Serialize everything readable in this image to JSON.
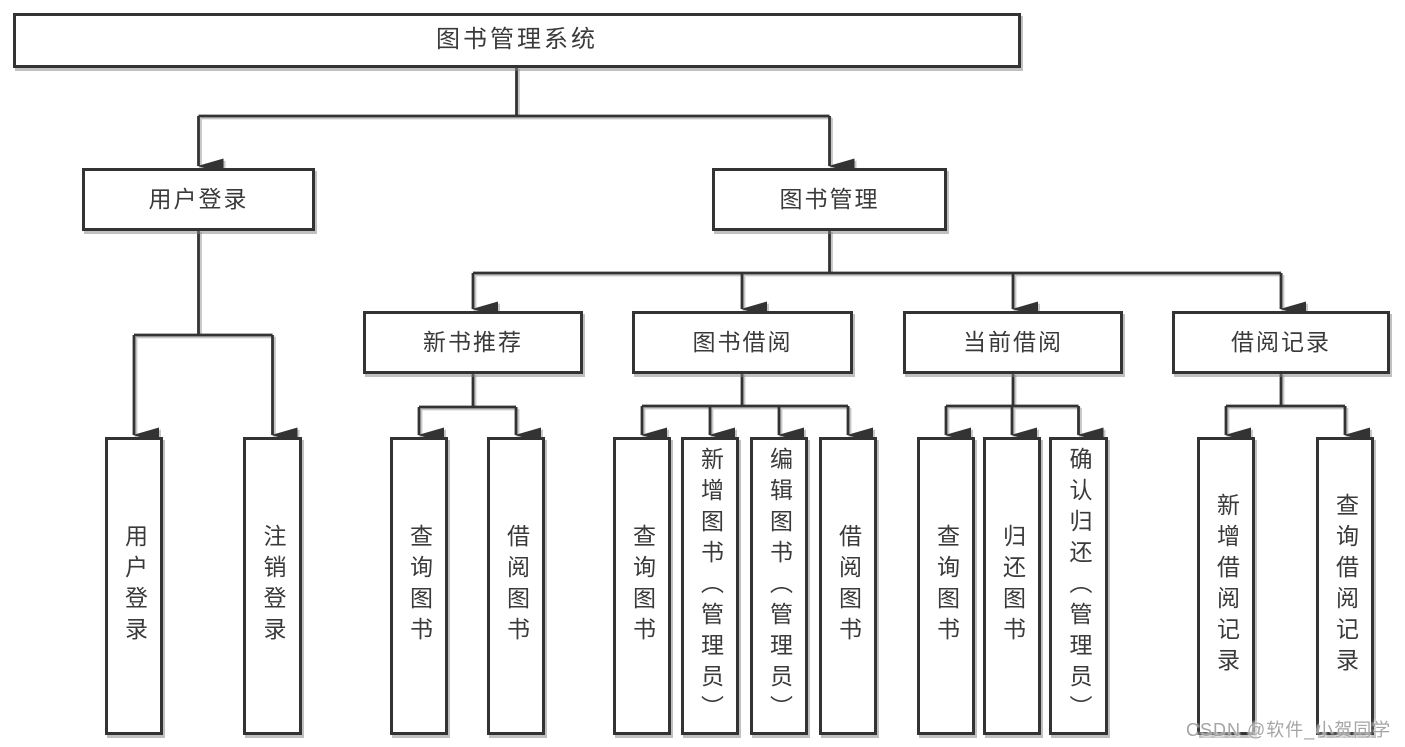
{
  "tree": {
    "label": "图书管理系统",
    "children": [
      {
        "label": "用户登录",
        "children": [
          {
            "label": "用户登录"
          },
          {
            "label": "注销登录"
          }
        ]
      },
      {
        "label": "图书管理",
        "children": [
          {
            "label": "新书推荐",
            "children": [
              {
                "label": "查询图书"
              },
              {
                "label": "借阅图书"
              }
            ]
          },
          {
            "label": "图书借阅",
            "children": [
              {
                "label": "查询图书"
              },
              {
                "label": "新增图书（管理员）"
              },
              {
                "label": "编辑图书（管理员）"
              },
              {
                "label": "借阅图书"
              }
            ]
          },
          {
            "label": "当前借阅",
            "children": [
              {
                "label": "查询图书"
              },
              {
                "label": "归还图书"
              },
              {
                "label": "确认归还（管理员）"
              }
            ]
          },
          {
            "label": "借阅记录",
            "children": [
              {
                "label": "新增借阅记录"
              },
              {
                "label": "查询借阅记录"
              }
            ]
          }
        ]
      }
    ]
  },
  "watermark": "CSDN @软件_小贺同学",
  "colors": {
    "box_border": "#333333",
    "line": "#333333",
    "text": "#3a3a3a",
    "background": "#ffffff",
    "watermark": "#a5a5a5"
  }
}
